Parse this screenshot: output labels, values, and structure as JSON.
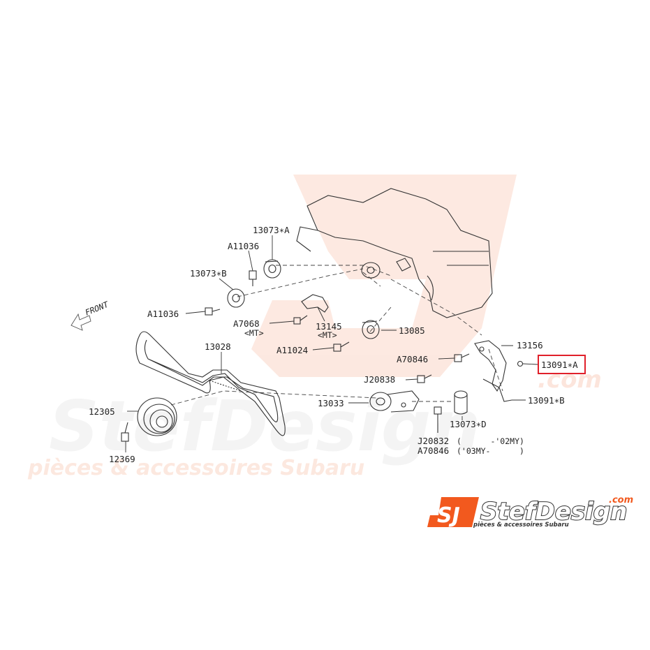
{
  "diagram": {
    "callouts": [
      {
        "id": "c1",
        "text": "13073∗A"
      },
      {
        "id": "c2",
        "text": "A11036"
      },
      {
        "id": "c3",
        "text": "13073∗B"
      },
      {
        "id": "c4",
        "text": "A11036"
      },
      {
        "id": "c5",
        "text": "A7068"
      },
      {
        "id": "c6",
        "text": "<MT>"
      },
      {
        "id": "c7",
        "text": "13145"
      },
      {
        "id": "c8",
        "text": "<MT>"
      },
      {
        "id": "c9",
        "text": "13085"
      },
      {
        "id": "c10",
        "text": "A11024"
      },
      {
        "id": "c11",
        "text": "13028"
      },
      {
        "id": "c12",
        "text": "13156"
      },
      {
        "id": "c13",
        "text": "A70846"
      },
      {
        "id": "c14",
        "text": "13091∗A"
      },
      {
        "id": "c15",
        "text": "J20838"
      },
      {
        "id": "c16",
        "text": "13033"
      },
      {
        "id": "c17",
        "text": "13091∗B"
      },
      {
        "id": "c18",
        "text": "12305"
      },
      {
        "id": "c19",
        "text": "13073∗D"
      },
      {
        "id": "c20",
        "text": "12369"
      },
      {
        "id": "c21",
        "text": "J20832"
      },
      {
        "id": "c22",
        "text": "(      -'02MY)"
      },
      {
        "id": "c23",
        "text": "A70846"
      },
      {
        "id": "c24",
        "text": "('03MY-      )"
      }
    ],
    "front_arrow_label": "FRONT",
    "highlight_color": "#e0202a"
  },
  "watermark": {
    "brand": "StefDesign",
    "domain": ".com",
    "tagline": "pièces & accessoires Subaru",
    "badge": "SJ"
  },
  "logo": {
    "badge": "SJ",
    "name": "StefDesign",
    "domain": ".com",
    "tagline": "pièces & accessoires Subaru",
    "badge_color": "#f2591e"
  }
}
